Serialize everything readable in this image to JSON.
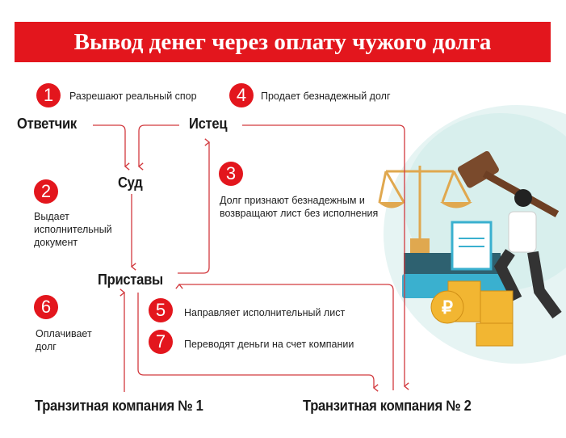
{
  "title": "Вывод денег через оплату чужого долга",
  "nodes": {
    "defendant": "Ответчик",
    "plaintiff": "Истец",
    "court": "Суд",
    "bailiffs": "Приставы",
    "transit1": "Транзитная компания № 1",
    "transit2": "Транзитная компания № 2"
  },
  "steps": [
    {
      "num": "1",
      "text": "Разрешают реальный спор"
    },
    {
      "num": "2",
      "text": "Выдает исполнительный документ"
    },
    {
      "num": "3",
      "text": "Долг признают безнадежным и возвращают лист без исполнения"
    },
    {
      "num": "4",
      "text": "Продает безнадежный долг"
    },
    {
      "num": "5",
      "text": "Направляет исполнительный лист"
    },
    {
      "num": "6",
      "text": "Оплачивает долг"
    },
    {
      "num": "7",
      "text": "Переводят деньги на счет компании"
    }
  ],
  "illustration": {
    "coin_symbol": "₽"
  },
  "colors": {
    "accent": "#e3161d",
    "line": "#d23a3f"
  }
}
